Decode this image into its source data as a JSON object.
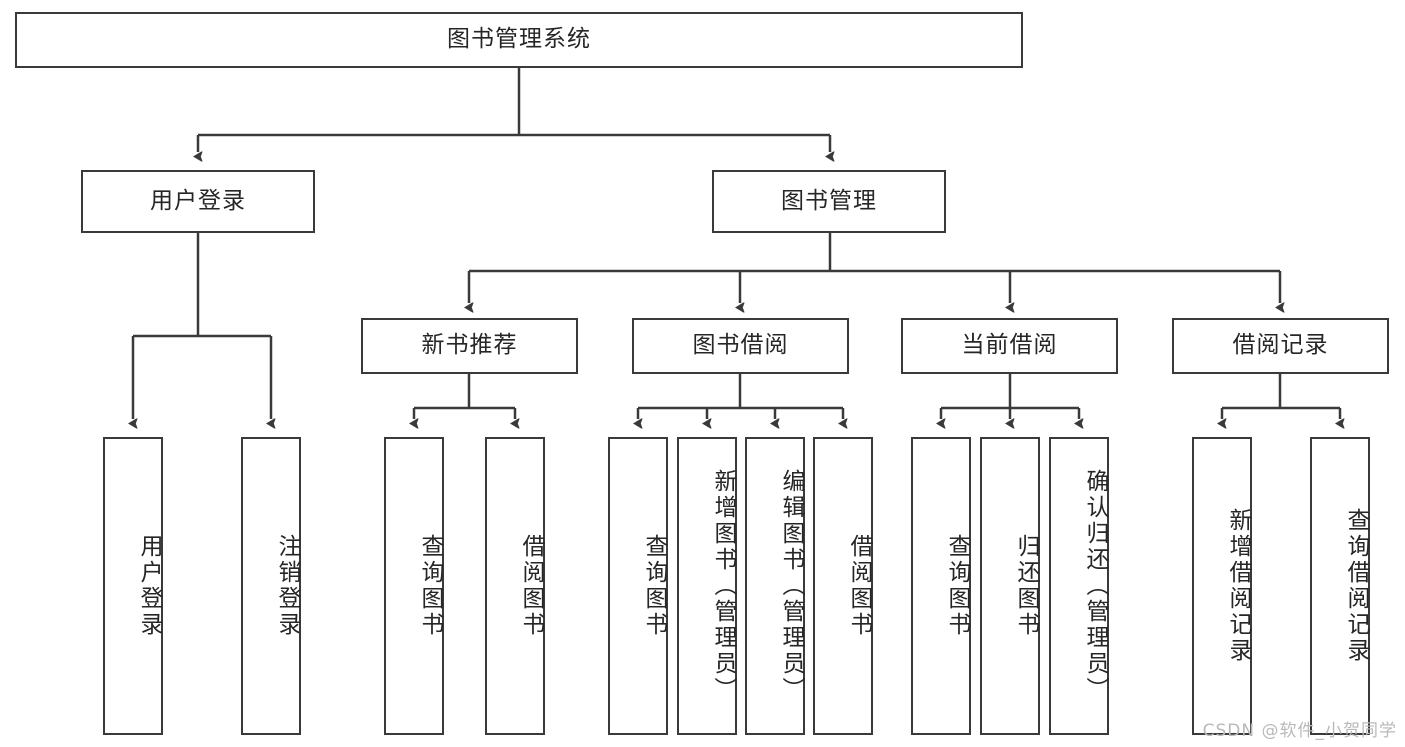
{
  "diagram": {
    "title": "图书管理系统",
    "root": {
      "label": "图书管理系统"
    },
    "level2": [
      {
        "label": "用户登录"
      },
      {
        "label": "图书管理"
      }
    ],
    "level3": [
      {
        "label": "新书推荐"
      },
      {
        "label": "图书借阅"
      },
      {
        "label": "当前借阅"
      },
      {
        "label": "借阅记录"
      }
    ],
    "leaves": {
      "user_login": [
        {
          "label": "用户登录"
        },
        {
          "label": "注销登录"
        }
      ],
      "new_book": [
        {
          "label": "查询图书"
        },
        {
          "label": "借阅图书"
        }
      ],
      "book_borrow": [
        {
          "label": "查询图书"
        },
        {
          "label": "新增图书（管理员）"
        },
        {
          "label": "编辑图书（管理员）"
        },
        {
          "label": "借阅图书"
        }
      ],
      "current_borrow": [
        {
          "label": "查询图书"
        },
        {
          "label": "归还图书"
        },
        {
          "label": "确认归还（管理员）"
        }
      ],
      "borrow_record": [
        {
          "label": "新增借阅记录"
        },
        {
          "label": "查询借阅记录"
        }
      ]
    }
  },
  "watermark": {
    "text": "CSDN @软件_小贺同学"
  },
  "colors": {
    "stroke": "#3a3a3a",
    "text": "#262626",
    "background": "#ffffff",
    "watermark": "#b9b9b9"
  }
}
